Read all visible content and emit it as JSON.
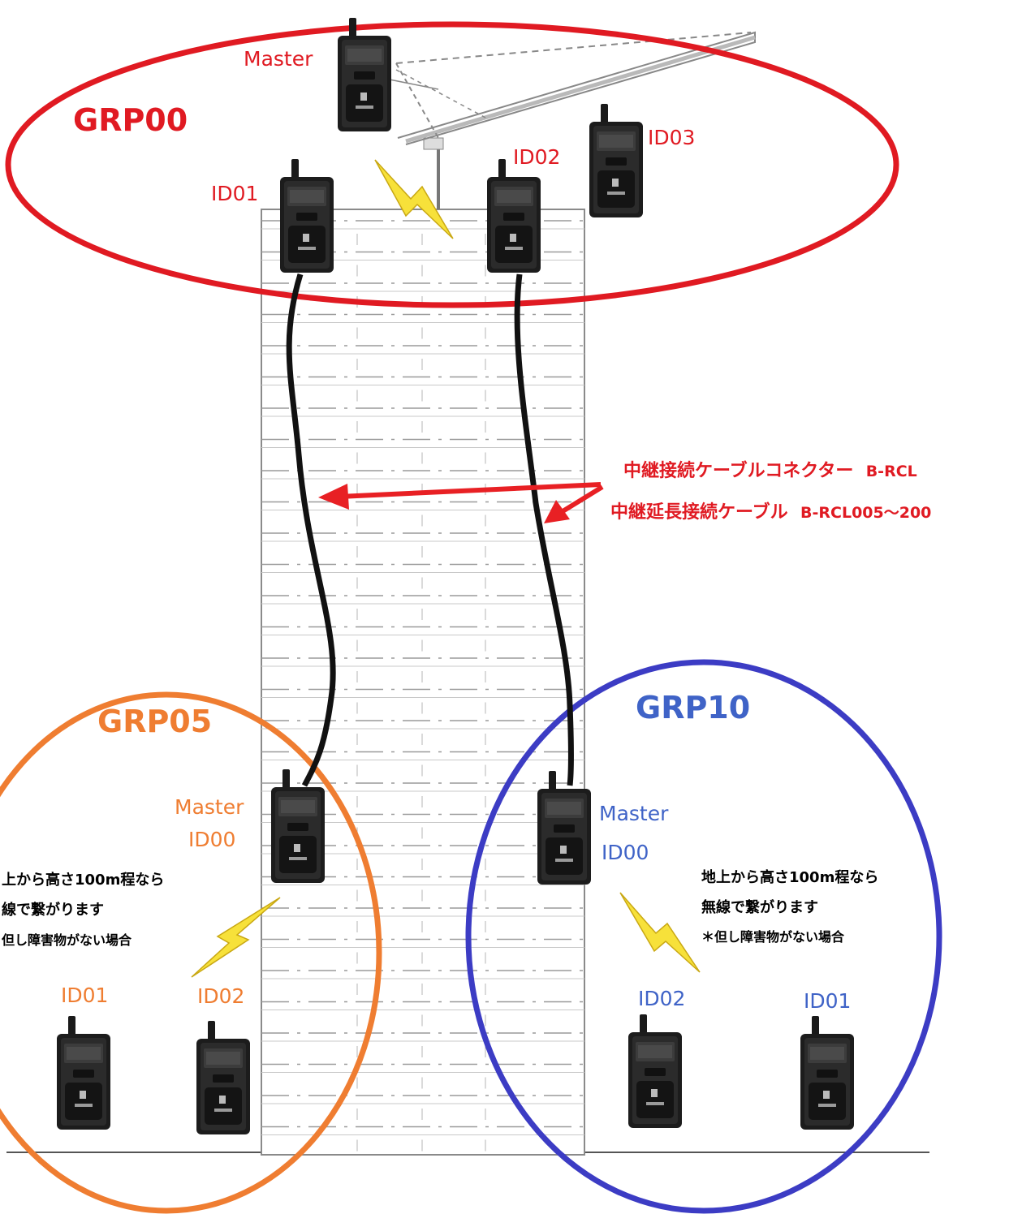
{
  "groups": {
    "grp00": {
      "title": "GRP00",
      "color": "#e01a22",
      "master_label": "Master",
      "id01_label": "ID01",
      "id02_label": "ID02",
      "id03_label": "ID03"
    },
    "grp05": {
      "title": "GRP05",
      "color": "#ef7d31",
      "master_label": "Master",
      "master_id": "ID00",
      "id01_label": "ID01",
      "id02_label": "ID02",
      "note_line1": "上から高さ100m程なら",
      "note_line2": "線で繋がります",
      "note_line3": "但し障害物がない場合"
    },
    "grp10": {
      "title": "GRP10",
      "color": "#3f63c7",
      "master_label": "Master",
      "master_id": "ID00",
      "id02_label": "ID02",
      "id01_label": "ID01",
      "note_line1": "地上から高さ100m程なら",
      "note_line2": "無線で繋がります",
      "note_line3": "＊但し障害物がない場合"
    }
  },
  "cable": {
    "connector_text": "中継接続ケーブルコネクター",
    "connector_model": "B-RCL",
    "extension_text": "中継延長接続ケーブル",
    "extension_model": "B-RCL005〜200"
  },
  "icons": {
    "device": "transceiver-icon",
    "wireless": "lightning-bolt-icon",
    "crane": "tower-crane-icon",
    "building": "building-icon"
  }
}
